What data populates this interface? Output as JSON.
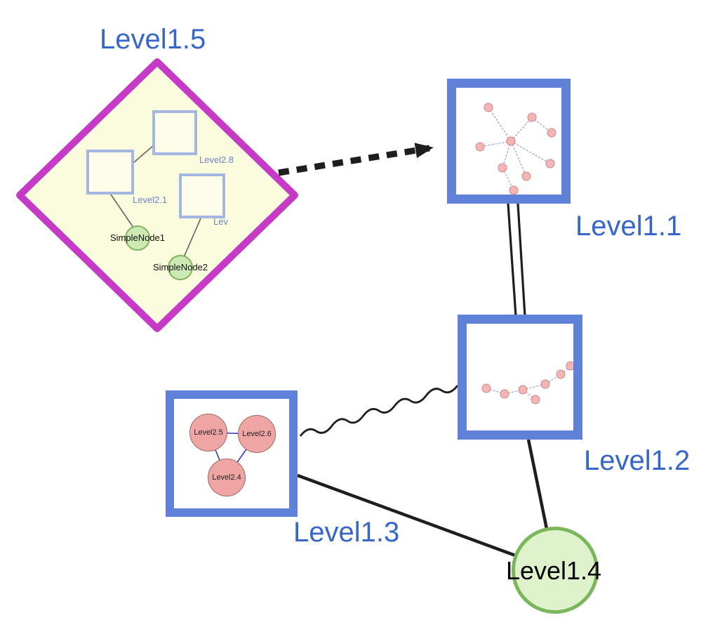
{
  "labels": {
    "level15": "Level1.5",
    "level11": "Level1.1",
    "level12": "Level1.2",
    "level13": "Level1.3",
    "level14": "Level1.4",
    "level28": "Level2.8",
    "level21": "Level2.1",
    "lev_clipped": "Lev",
    "simplenode1": "SimpleNode1",
    "simplenode2": "SimpleNode2",
    "level25": "Level2.5",
    "level26": "Level2.6",
    "level24": "Level2.4"
  },
  "colors": {
    "label_blue": "#3766cb",
    "diamond_border": "#c63bc6",
    "diamond_fill": "#fbfbdd",
    "group_node_border": "#5f82d8",
    "inner_square_border": "#a3b7e0",
    "green_node_fill": "#cde9b4",
    "green_node_border": "#7fb35e",
    "big_green_fill": "#def2cb",
    "pink_node_fill": "#f0a5a5",
    "mini_node_fill": "#f5b5b5",
    "edge_black": "#1e1e1e",
    "triangle_edge_blue": "#3434c0",
    "mini_edge_blue": "#8888dd"
  },
  "edges": [
    {
      "from": "Level1.5",
      "to": "Level1.1",
      "style": "thick-dashed-arrow"
    },
    {
      "from": "Level1.1",
      "to": "Level1.2",
      "style": "double-line"
    },
    {
      "from": "Level1.3",
      "to": "Level1.2",
      "style": "wavy"
    },
    {
      "from": "Level1.3",
      "to": "Level1.4",
      "style": "solid"
    },
    {
      "from": "Level1.2",
      "to": "Level1.4",
      "style": "solid"
    },
    {
      "from": "Level2.5",
      "to": "Level2.6",
      "style": "solid-blue"
    },
    {
      "from": "Level2.6",
      "to": "Level2.4",
      "style": "solid-blue"
    },
    {
      "from": "Level2.4",
      "to": "Level2.5",
      "style": "solid-blue"
    },
    {
      "from": "Level2.1",
      "to": "SimpleNode1",
      "style": "solid-thin"
    },
    {
      "from": "Lev",
      "to": "SimpleNode2",
      "style": "solid-thin"
    },
    {
      "from": "Level2.1",
      "to": "Level2.8",
      "style": "solid-thin"
    }
  ]
}
